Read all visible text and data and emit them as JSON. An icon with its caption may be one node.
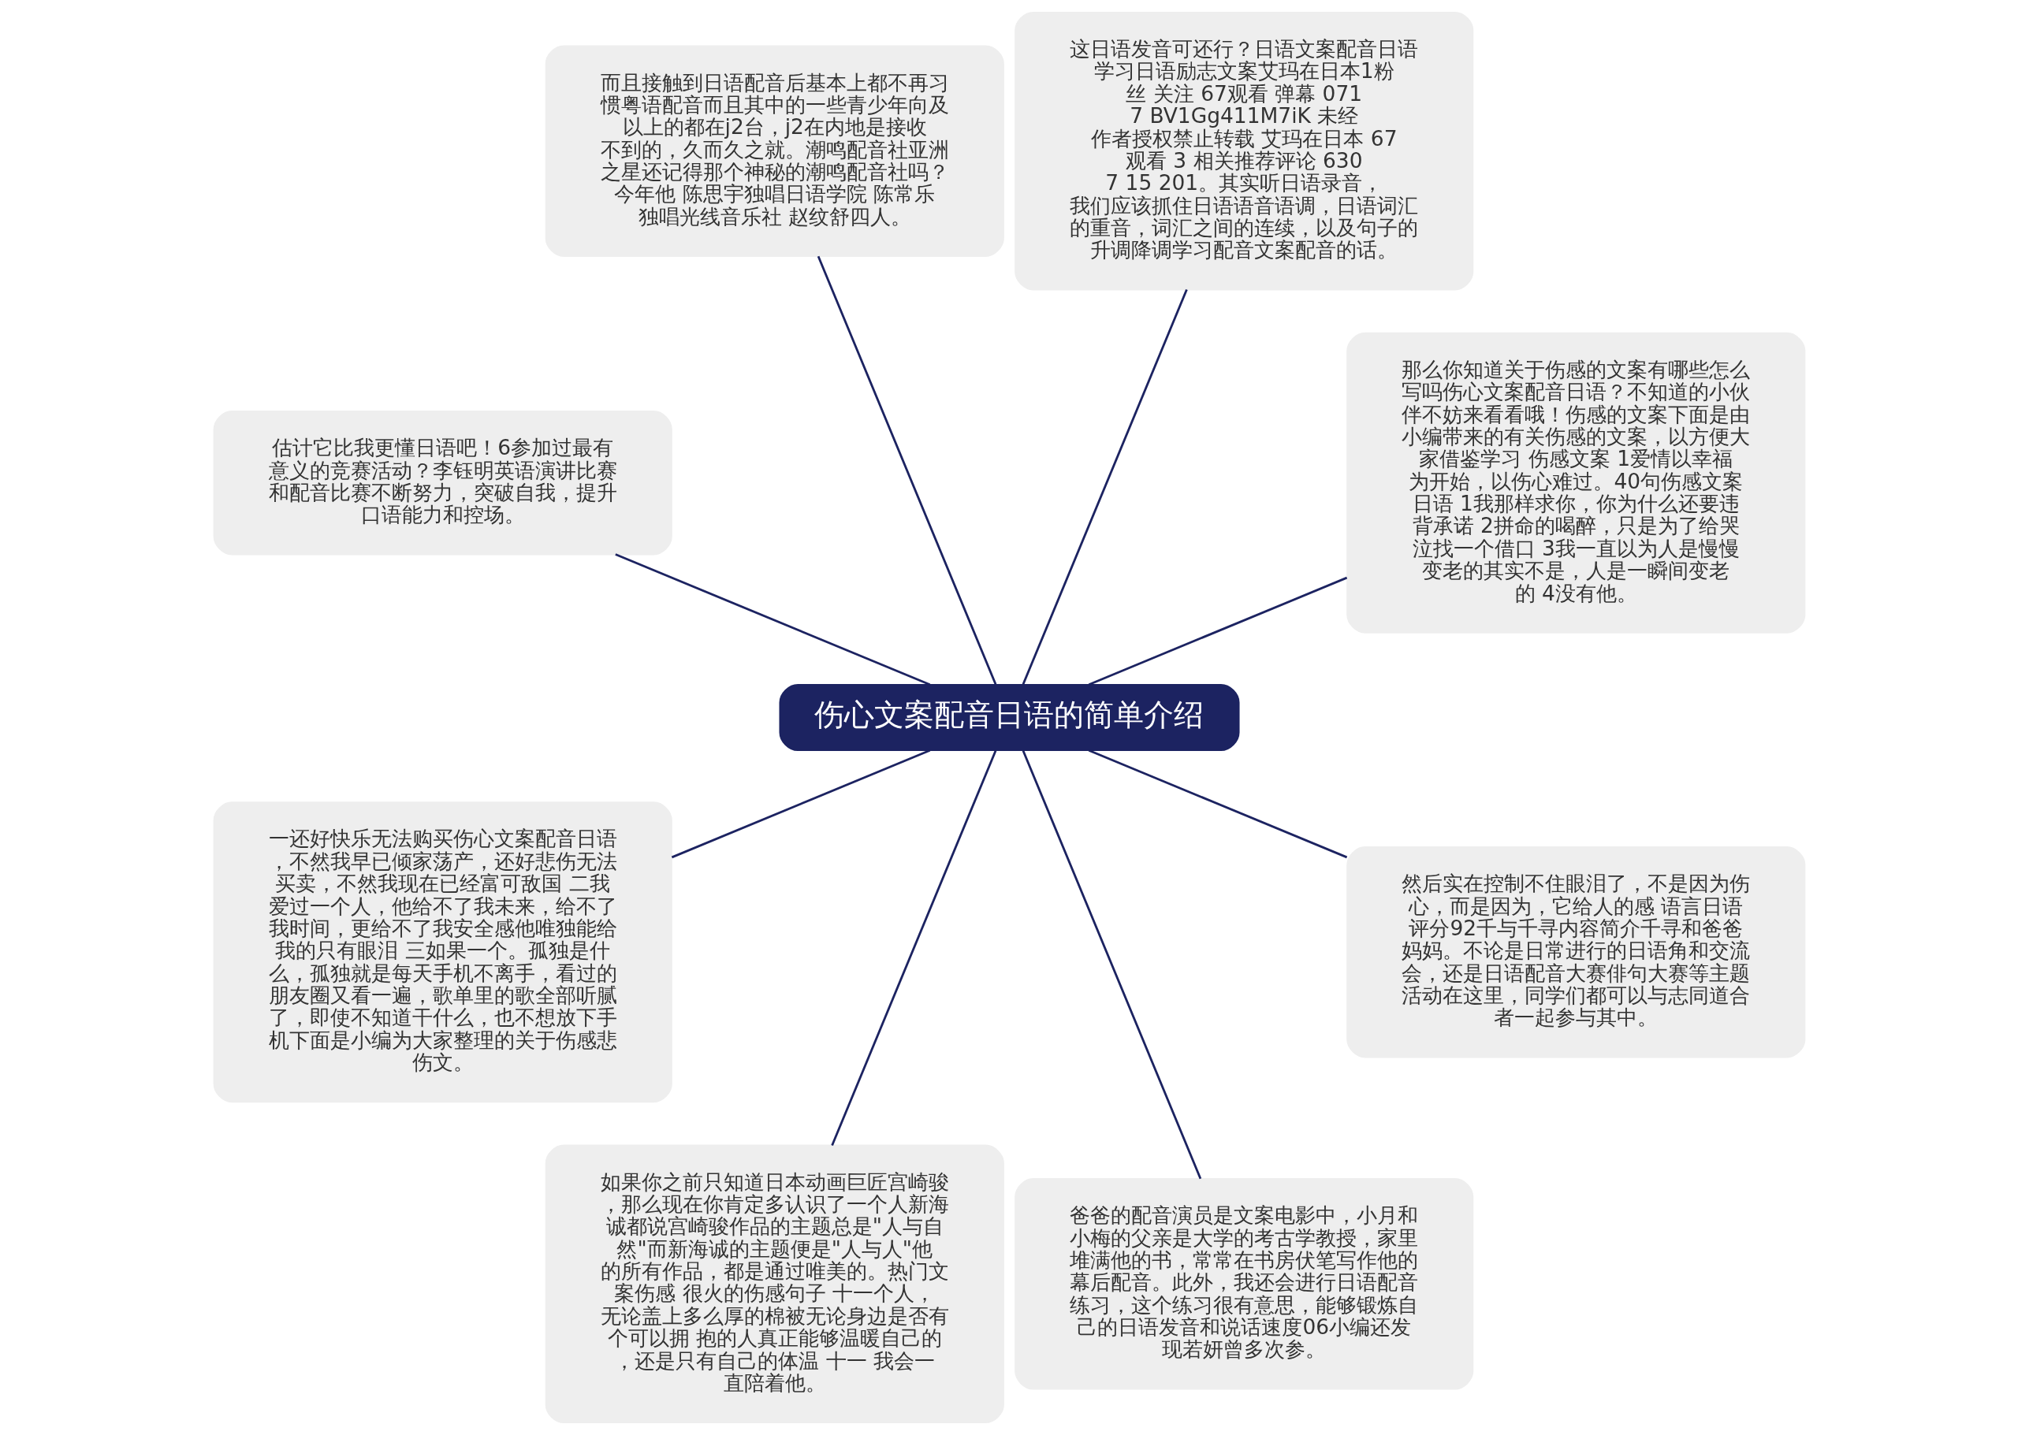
{
  "diagram": {
    "nodes": [
      {
        "text": [
          "伤心文案配音日语的简单介绍"
        ]
      },
      {
        "text": [
          "那么你知道关于伤感的文案有哪些怎么写吗伤心文案配音日语？不知道的小伙伴不妨来看看哦！伤感的文案下面是由小编带来的有关伤感的文案，以方便大家借鉴学习 伤感文案 1爱情以幸福为开始，以伤心难过。40句伤感文案日语 1我那样求你，你为什么还要违背承诺 2拼命的喝醉，只是为了给哭泣找一个借口 3我一直以为人是慢慢变老的其实不是，人是一瞬间变老的 4没有他。"
        ]
      },
      {
        "text": [
          "这日语发音可还行？日语文案配音日语学习日语励志文案艾玛在日本1粉丝 关注 67观看 弹幕 0717 BV1Gg411M7iK 未经作者授权禁止转载 艾玛在日本 67观看 3 相关推荐评论 6307 15 201。其实听日语录音，我们应该抓住日语语音语调，日语词汇的重音，词汇之间的连续，以及句子的升调降调学习配音文案配音的话。"
        ]
      },
      {
        "text": [
          "而且接触到日语配音后基本上都不再习惯粤语配音而且其中的一些青少年向及以上的都在j2台，j2在内地是接收不到的，久而久之就。潮鸣配音社亚洲之星还记得那个神秘的潮鸣配音社吗？今年他 陈思宇独唱日语学院 陈常乐独唱光线音乐社 赵纹舒四人。"
        ]
      },
      {
        "text": [
          "估计它比我更懂日语吧！6参加过最有意义的竞赛活动？李钰明英语演讲比赛和配音比赛不断努力，突破自我，提升口语能力和控场。"
        ]
      },
      {
        "text": [
          "一还好快乐无法购买伤心文案配音日语，不然我早已倾家荡产，还好悲伤无法买卖，不然我现在已经富可敌国 二我爱过一个人，他给不了我未来，给不了我时间，更给不了我安全感他唯独能给我的只有眼泪 三如果一个。孤独是什么，孤独就是每天手机不离手，看过的朋友圈又看一遍，歌单里的歌全部听腻了，即使不知道干什么，也不想放下手机下面是小编为大家整理的关于伤感悲伤文。"
        ]
      },
      {
        "text": [
          "如果你之前只知道日本动画巨匠宫崎骏，那么现在你肯定多认识了一个人新海诚都说宫崎骏作品的主题总是\"人与自然\"而新海诚的主题便是\"人与人\"他的所有作品，都是通过唯美的。热门文案伤感 很火的伤感句子 十一个人，无论盖上多么厚的棉被无论身边是否有个可以拥 抱的人真正能够温暖自己的，还是只有自己的体温 十一 我会一直陪着他。"
        ]
      },
      {
        "text": [
          "爸爸的配音演员是文案电影中，小月和小梅的父亲是大学的考古学教授，家里堆满他的书，常常在书房伏笔写作他的幕后配音。此外，我还会进行日语配音练习，这个练习很有意思，能够锻炼自己的日语发音和说话速度06小编还发现若妍曾多次参。"
        ]
      },
      {
        "text": [
          "然后实在控制不住眼泪了，不是因为伤心，而是因为，它给人的感 语言日语评分92千与千寻内容简介千寻和爸爸妈妈。不论是日常进行的日语角和交流会，还是日语配音大赛俳句大赛等主题活动在这里，同学们都可以与志同道合者一起参与其中。"
        ]
      }
    ],
    "edges": [
      {
        "from": 0,
        "to": 1,
        "arrow": "none"
      },
      {
        "from": 0,
        "to": 2,
        "arrow": "none"
      },
      {
        "from": 0,
        "to": 3,
        "arrow": "none"
      },
      {
        "from": 0,
        "to": 4,
        "arrow": "none"
      },
      {
        "from": 0,
        "to": 5,
        "arrow": "none"
      },
      {
        "from": 0,
        "to": 6,
        "arrow": "none"
      },
      {
        "from": 0,
        "to": 7,
        "arrow": "none"
      },
      {
        "from": 0,
        "to": 8,
        "arrow": "none"
      }
    ]
  }
}
